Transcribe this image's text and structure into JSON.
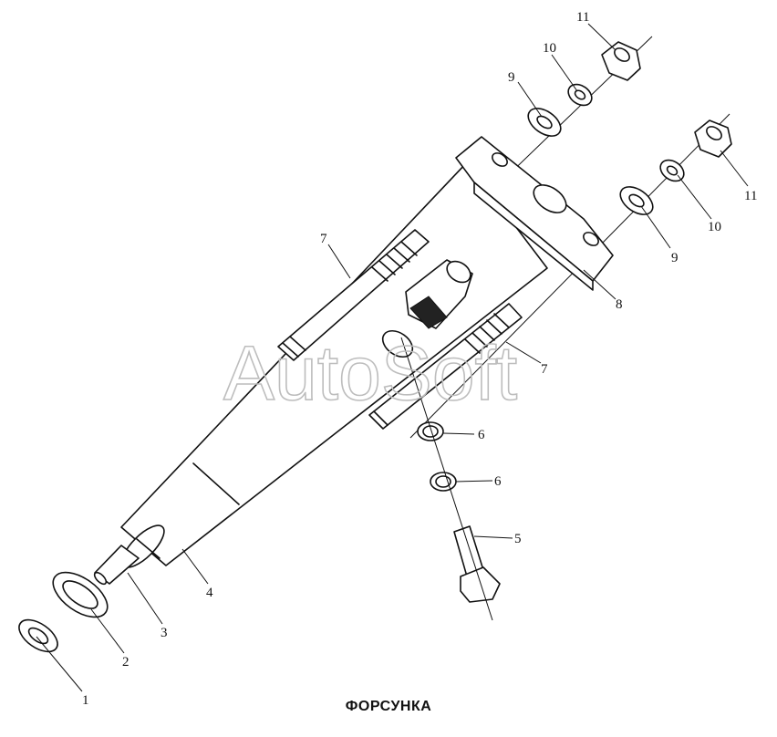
{
  "caption": "ФОРСУНКА",
  "watermark": "AutoSoft",
  "callouts": [
    {
      "id": "c1",
      "label": "1"
    },
    {
      "id": "c2",
      "label": "2"
    },
    {
      "id": "c3",
      "label": "3"
    },
    {
      "id": "c4",
      "label": "4"
    },
    {
      "id": "c5",
      "label": "5"
    },
    {
      "id": "c6a",
      "label": "6"
    },
    {
      "id": "c6b",
      "label": "6"
    },
    {
      "id": "c7a",
      "label": "7"
    },
    {
      "id": "c7b",
      "label": "7"
    },
    {
      "id": "c8",
      "label": "8"
    },
    {
      "id": "c9a",
      "label": "9"
    },
    {
      "id": "c9b",
      "label": "9"
    },
    {
      "id": "c10a",
      "label": "10"
    },
    {
      "id": "c10b",
      "label": "10"
    },
    {
      "id": "c11a",
      "label": "11"
    },
    {
      "id": "c11b",
      "label": "11"
    }
  ]
}
